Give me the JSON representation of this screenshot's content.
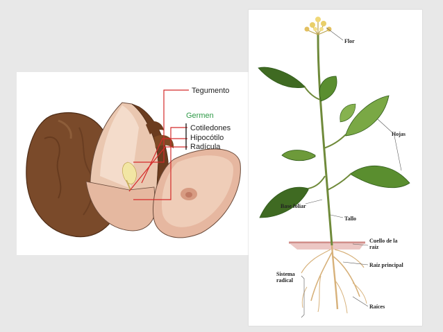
{
  "seed_diagram": {
    "labels": {
      "tegumento": "Tegumento",
      "germen": "Germen",
      "cotiledones": "Cotiledones",
      "hipocotilo": "Hipocótilo",
      "radicula": "Radícula"
    },
    "colors": {
      "leader_line": "#d42a2a",
      "germen_text": "#2f9a47",
      "seed_coat": "#7a4a2a",
      "seed_flesh": "#efcdb8"
    }
  },
  "plant_diagram": {
    "labels": {
      "flor": "Flor",
      "hojas": "Hojas",
      "base_foliar": "Base foliar",
      "tallo": "Tallo",
      "cuello_line1": "Cuello de la",
      "cuello_line2": "raíz",
      "raiz_principal": "Raíz principal",
      "sistema_line1": "Sistema",
      "sistema_line2": "radical",
      "raices": "Raíces"
    },
    "colors": {
      "leaf": "#5a8e2f",
      "leaf_dark": "#2f5a1a",
      "stem": "#6f8a3a",
      "flower": "#e9cf6a",
      "root": "#d7b17a",
      "soil": "#c6726e"
    }
  }
}
